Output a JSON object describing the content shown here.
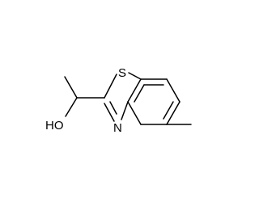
{
  "molecule": {
    "atoms": {
      "sulfur": "S",
      "nitrogen": "N",
      "hydroxyl": "HO"
    },
    "colors": {
      "bond": "#000000",
      "label": "#000000",
      "background": "#ffffff"
    }
  }
}
